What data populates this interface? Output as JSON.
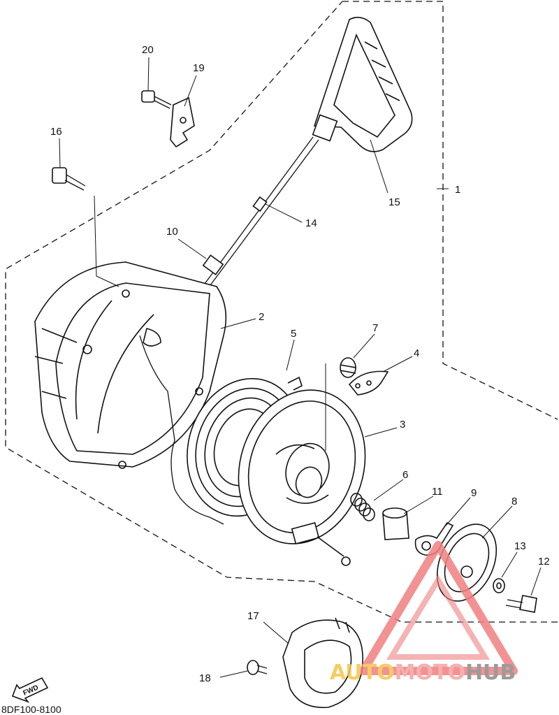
{
  "diagram": {
    "code": "8DF100-8100",
    "fwd_label": "FWD",
    "callouts": [
      "1",
      "2",
      "3",
      "4",
      "5",
      "6",
      "7",
      "8",
      "9",
      "10",
      "11",
      "12",
      "13",
      "14",
      "15",
      "16",
      "17",
      "18",
      "19",
      "20"
    ]
  },
  "watermark": {
    "part_a": "AUTO",
    "part_b": "MOTO",
    "part_c": "HUB",
    "colors": {
      "auto": "#f5c44a",
      "moto": "#f4a3a3",
      "hub": "#8a8a8a",
      "triangle": "#f08080"
    }
  }
}
